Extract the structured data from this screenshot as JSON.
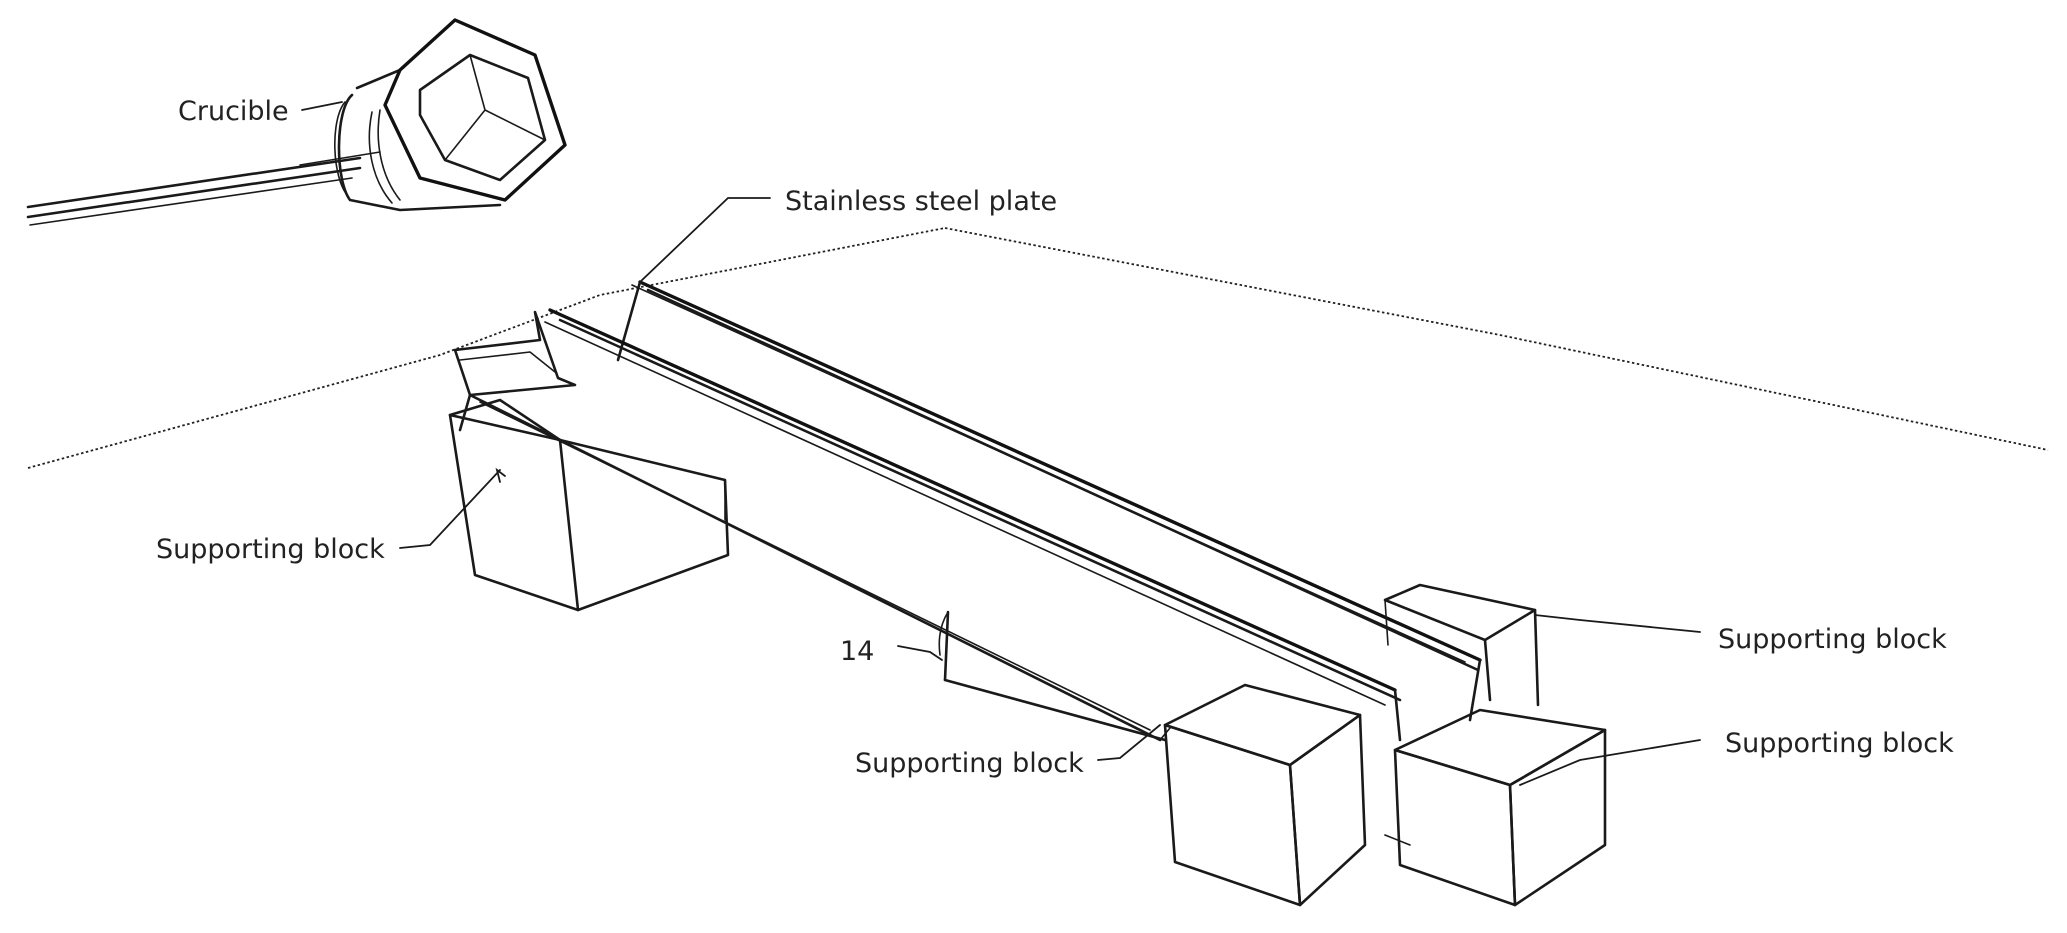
{
  "labels": {
    "crucible": "Crucible",
    "plate": "Stainless steel plate",
    "block_left": "Supporting block",
    "block_front": "Supporting block",
    "block_back": "Supporting block",
    "block_right": "Supporting block",
    "angle": "14"
  },
  "colors": {
    "ink": "#1a1a1a",
    "text": "#222222",
    "background": "#ffffff"
  }
}
